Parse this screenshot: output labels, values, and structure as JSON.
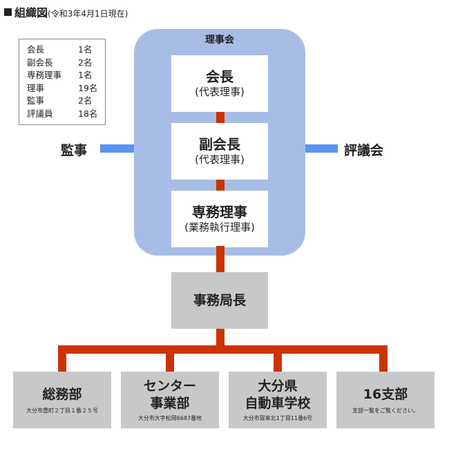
{
  "header": {
    "title": "組織図",
    "subtitle": "(令和3年4月1日現在)"
  },
  "counts": [
    {
      "role": "会長",
      "count": "1名"
    },
    {
      "role": "副会長",
      "count": "2名"
    },
    {
      "role": "専務理事",
      "count": "1名"
    },
    {
      "role": "理事",
      "count": "19名"
    },
    {
      "role": "監事",
      "count": "2名"
    },
    {
      "role": "評議員",
      "count": "18名"
    }
  ],
  "board": {
    "title": "理事会",
    "chair": {
      "title": "会長",
      "sub": "(代表理事)"
    },
    "vice_chair": {
      "title": "副会長",
      "sub": "(代表理事)"
    },
    "executive": {
      "title": "専務理事",
      "sub": "(業務執行理事)"
    }
  },
  "auditor_label": "監事",
  "council_label": "評議会",
  "secretary_general": "事務局長",
  "departments": [
    {
      "name": "総務部",
      "name2": "",
      "address": "大分市豊町２丁目１番２５号"
    },
    {
      "name": "センター",
      "name2": "事業部",
      "address": "大分市大字松岡6687番地"
    },
    {
      "name": "大分県",
      "name2": "自動車学校",
      "address": "大分市賀来北1丁目11番6号"
    },
    {
      "name": "16支部",
      "name2": "",
      "address": "支部一覧をご覧ください。"
    }
  ],
  "colors": {
    "board_bg": "#a7bde5",
    "connector_red": "#cc3300",
    "connector_blue": "#5b93f4",
    "box_gray": "#c8c8c8"
  }
}
